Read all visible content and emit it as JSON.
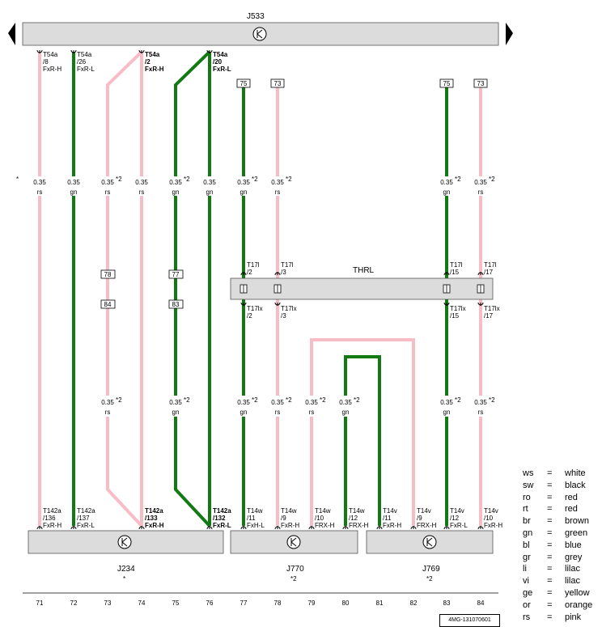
{
  "modules": {
    "top": {
      "name": "J533"
    },
    "thrl": {
      "name": "THRL"
    },
    "bottom": [
      {
        "name": "J234",
        "note": "*"
      },
      {
        "name": "J770",
        "note": "*2"
      },
      {
        "name": "J769",
        "note": "*2"
      }
    ]
  },
  "colors": {
    "rs": "#f8bcc6",
    "gn": "#137a13",
    "bus": "#dcdcdc"
  },
  "top_pins": [
    {
      "conn": "T54a",
      "pin": "/8",
      "signal": "FxR-H",
      "bold": false
    },
    {
      "conn": "T54a",
      "pin": "/26",
      "signal": "FxR-L",
      "bold": false
    },
    {
      "conn": "T54a",
      "pin": "/2",
      "signal": "FxR-H",
      "bold": true
    },
    {
      "conn": "T54a",
      "pin": "/20",
      "signal": "FxR-L",
      "bold": true
    }
  ],
  "bottom_pins": [
    {
      "conn": "T142a",
      "pin": "/136",
      "signal": "FxR-H",
      "bold": false
    },
    {
      "conn": "T142a",
      "pin": "/137",
      "signal": "FxR-L",
      "bold": false
    },
    {
      "conn": "T142a",
      "pin": "/133",
      "signal": "FxR-H",
      "bold": true
    },
    {
      "conn": "T142a",
      "pin": "/132",
      "signal": "FxR-L",
      "bold": true
    },
    {
      "conn": "T14w",
      "pin": "/11",
      "signal": "FxH-L",
      "bold": false
    },
    {
      "conn": "T14w",
      "pin": "/9",
      "signal": "FxR-H",
      "bold": false
    },
    {
      "conn": "T14w",
      "pin": "/10",
      "signal": "FRX-H",
      "bold": false
    },
    {
      "conn": "T14w",
      "pin": "/12",
      "signal": "FRX-H",
      "bold": false
    },
    {
      "conn": "T14v",
      "pin": "/11",
      "signal": "FxR-H",
      "bold": false
    },
    {
      "conn": "T14v",
      "pin": "/9",
      "signal": "FRX-H",
      "bold": false
    },
    {
      "conn": "T14v",
      "pin": "/12",
      "signal": "FxR-L",
      "bold": false
    },
    {
      "conn": "T14v",
      "pin": "/10",
      "signal": "FxR-H",
      "bold": false
    }
  ],
  "thrl_pins_top": [
    {
      "conn": "T17l",
      "pin": "/2"
    },
    {
      "conn": "T17l",
      "pin": "/3"
    },
    {
      "conn": "T17l",
      "pin": "/15"
    },
    {
      "conn": "T17l",
      "pin": "/17"
    }
  ],
  "thrl_pins_bottom": [
    {
      "conn": "T17lx",
      "pin": "/2"
    },
    {
      "conn": "T17lx",
      "pin": "/3"
    },
    {
      "conn": "T17lx",
      "pin": "/15"
    },
    {
      "conn": "T17lx",
      "pin": "/17"
    }
  ],
  "wire_labels_upper": [
    {
      "size": "0.35",
      "color": "rs",
      "note": ""
    },
    {
      "size": "0.35",
      "color": "gn",
      "note": ""
    },
    {
      "size": "0.35",
      "color": "rs",
      "note": "*2"
    },
    {
      "size": "0.35",
      "color": "rs",
      "note": ""
    },
    {
      "size": "0.35",
      "color": "gn",
      "note": "*2"
    },
    {
      "size": "0.35",
      "color": "gn",
      "note": ""
    },
    {
      "size": "0.35",
      "color": "gn",
      "note": "*2"
    },
    {
      "size": "0.35",
      "color": "rs",
      "note": "*2"
    },
    {
      "size": "0.35",
      "color": "gn",
      "note": "*2"
    },
    {
      "size": "0.35",
      "color": "rs",
      "note": "*2"
    }
  ],
  "wire_labels_lower": [
    {
      "size": "0.35",
      "color": "rs",
      "note": "*2"
    },
    {
      "size": "0.35",
      "color": "gn",
      "note": "*2"
    },
    {
      "size": "0.35",
      "color": "gn",
      "note": "*2"
    },
    {
      "size": "0.35",
      "color": "rs",
      "note": "*2"
    },
    {
      "size": "0.35",
      "color": "rs",
      "note": "*2"
    },
    {
      "size": "0.35",
      "color": "gn",
      "note": "*2"
    },
    {
      "size": "0.35",
      "color": "gn",
      "note": "*2"
    },
    {
      "size": "0.35",
      "color": "rs",
      "note": "*2"
    }
  ],
  "margin_star": "*",
  "wire_refs_top": [
    "75",
    "73",
    "75",
    "73"
  ],
  "wire_refs_mid": [
    "78",
    "84",
    "77",
    "83"
  ],
  "track_numbers": [
    "71",
    "72",
    "73",
    "74",
    "75",
    "76",
    "77",
    "78",
    "79",
    "80",
    "81",
    "82",
    "83",
    "84"
  ],
  "legend": [
    {
      "code": "ws",
      "eq": "=",
      "name": "white"
    },
    {
      "code": "sw",
      "eq": "=",
      "name": "black"
    },
    {
      "code": "ro",
      "eq": "=",
      "name": "red"
    },
    {
      "code": "rt",
      "eq": "=",
      "name": "red"
    },
    {
      "code": "br",
      "eq": "=",
      "name": "brown"
    },
    {
      "code": "gn",
      "eq": "=",
      "name": "green"
    },
    {
      "code": "bl",
      "eq": "=",
      "name": "blue"
    },
    {
      "code": "gr",
      "eq": "=",
      "name": "grey"
    },
    {
      "code": "li",
      "eq": "=",
      "name": "lilac"
    },
    {
      "code": "vi",
      "eq": "=",
      "name": "lilac"
    },
    {
      "code": "ge",
      "eq": "=",
      "name": "yellow"
    },
    {
      "code": "or",
      "eq": "=",
      "name": "orange"
    },
    {
      "code": "rs",
      "eq": "=",
      "name": "pink"
    }
  ],
  "ref_code": "4MG-131070601"
}
